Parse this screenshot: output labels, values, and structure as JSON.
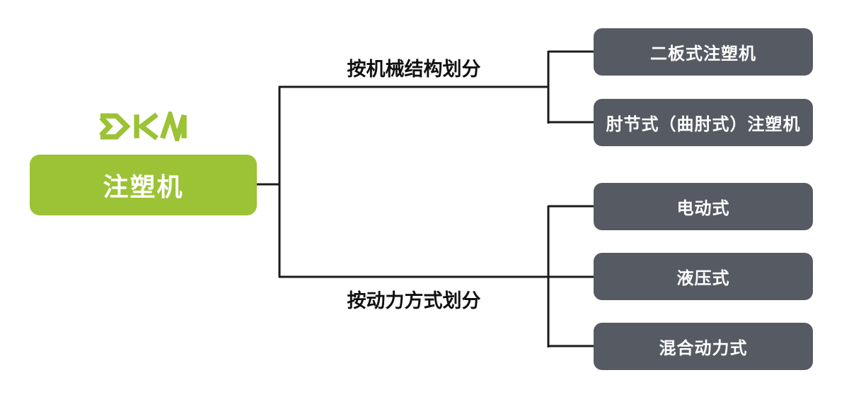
{
  "diagram": {
    "logo": {
      "text": "DKM"
    },
    "root": {
      "label": "注塑机"
    },
    "branches": [
      {
        "label": "按机械结构划分",
        "children": [
          {
            "label": "二板式注塑机"
          },
          {
            "label": "肘节式（曲肘式）注塑机"
          }
        ]
      },
      {
        "label": "按动力方式划分",
        "children": [
          {
            "label": "电动式"
          },
          {
            "label": "液压式"
          },
          {
            "label": "混合动力式"
          }
        ]
      }
    ]
  },
  "colors": {
    "accent_green": "#9CC236",
    "node_gray": "#555A63",
    "line_black": "#1B1B1B",
    "node_text_white": "#FFFFFF",
    "label_black": "#111111"
  }
}
